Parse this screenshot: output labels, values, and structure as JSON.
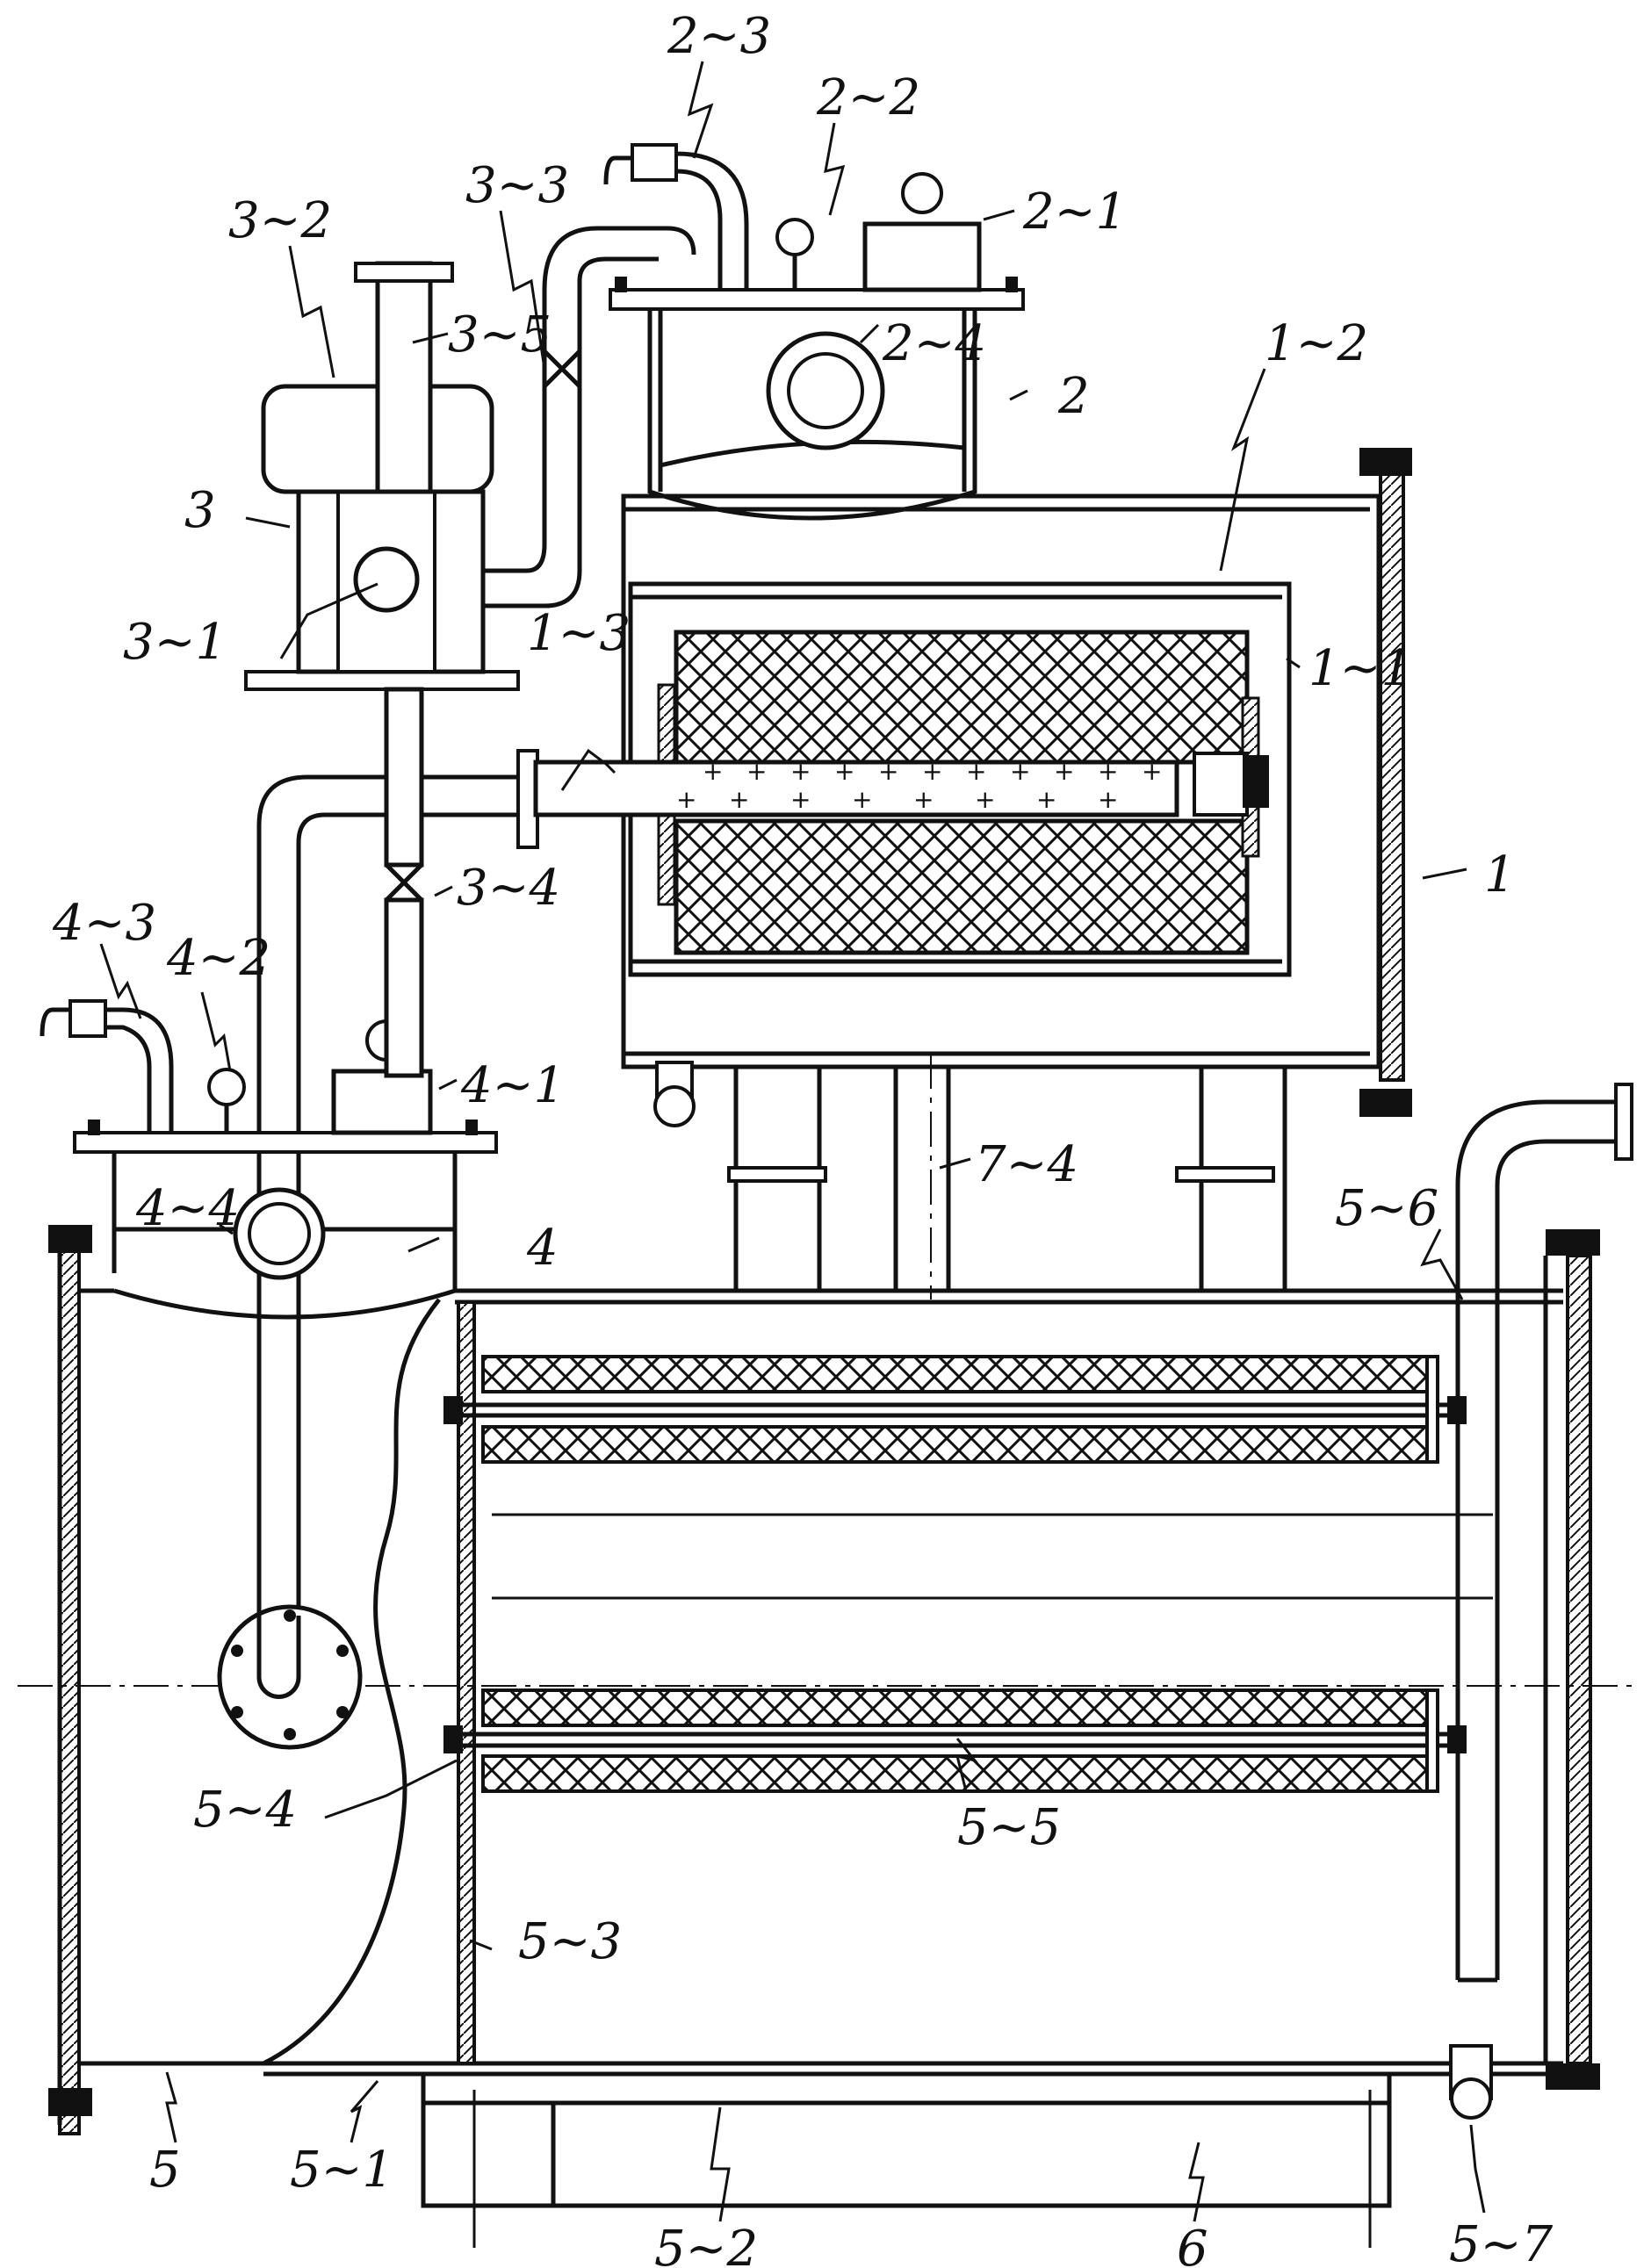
{
  "labels": {
    "l_2_3": "2~3",
    "l_2_2": "2~2",
    "l_2_1": "2~1",
    "l_3_2": "3~2",
    "l_3_3": "3~3",
    "l_3_5": "3~5",
    "l_2_4": "2~4",
    "l_2": "2",
    "l_1_2": "1~2",
    "l_3": "3",
    "l_3_1": "3~1",
    "l_1_3": "1~3",
    "l_1_1": "1~1",
    "l_3_4": "3~4",
    "l_1": "1",
    "l_4_3": "4~3",
    "l_4_2": "4~2",
    "l_4_1": "4~1",
    "l_4_4": "4~4",
    "l_4": "4",
    "l_7_4": "7~4",
    "l_5_6": "5~6",
    "l_5_4": "5~4",
    "l_5_5": "5~5",
    "l_5_3": "5~3",
    "l_5": "5",
    "l_5_1": "5~1",
    "l_5_2": "5~2",
    "l_6": "6",
    "l_5_7": "5~7"
  }
}
